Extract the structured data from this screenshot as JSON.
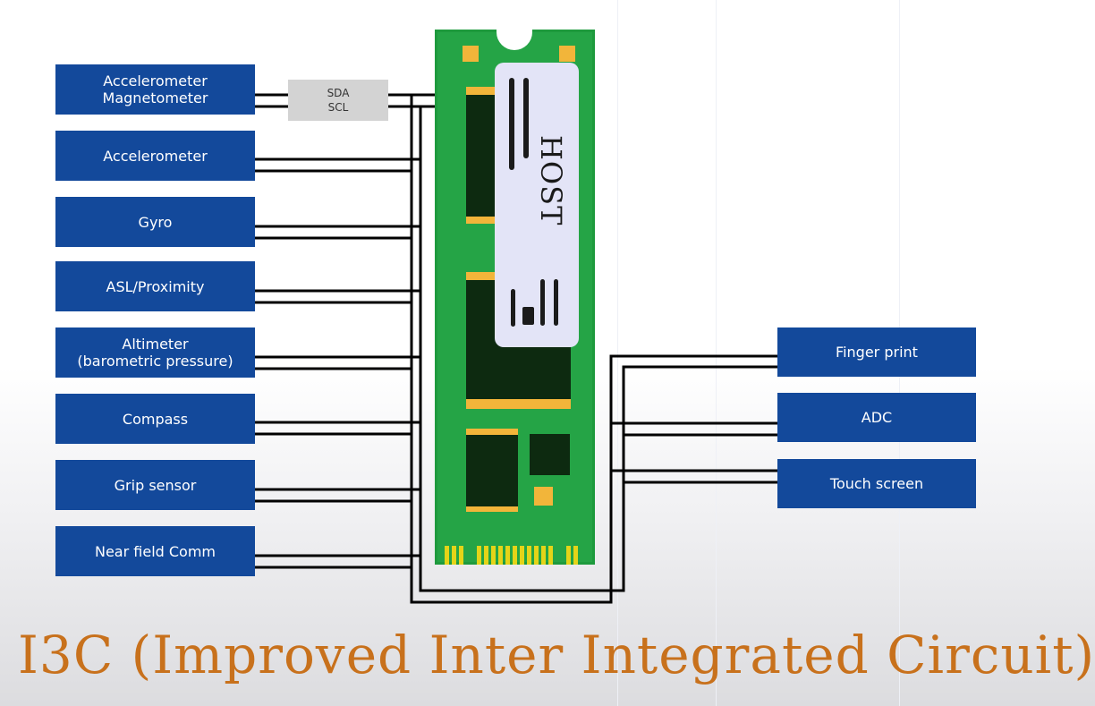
{
  "host_label": "HOST",
  "bus": {
    "line1": "SDA",
    "line2": "SCL"
  },
  "left_devices": [
    "Accelerometer\nMagnetometer",
    "Accelerometer",
    "Gyro",
    "ASL/Proximity",
    "Altimeter\n(barometric pressure)",
    "Compass",
    "Grip sensor",
    "Near field Comm"
  ],
  "right_devices": [
    "Finger print",
    "ADC",
    "Touch screen"
  ],
  "title": "I3C (Improved Inter Integrated Circuit)",
  "colors": {
    "device_box": "#13499b",
    "device_text": "#ffffff",
    "board": "#25a446",
    "pads": "#f2b53a",
    "chips": "#0d2a10",
    "host_label_bg": "#e3e4f7",
    "bus_box": "#d3d3d3",
    "title": "#c8711c",
    "wires": "#000000"
  }
}
